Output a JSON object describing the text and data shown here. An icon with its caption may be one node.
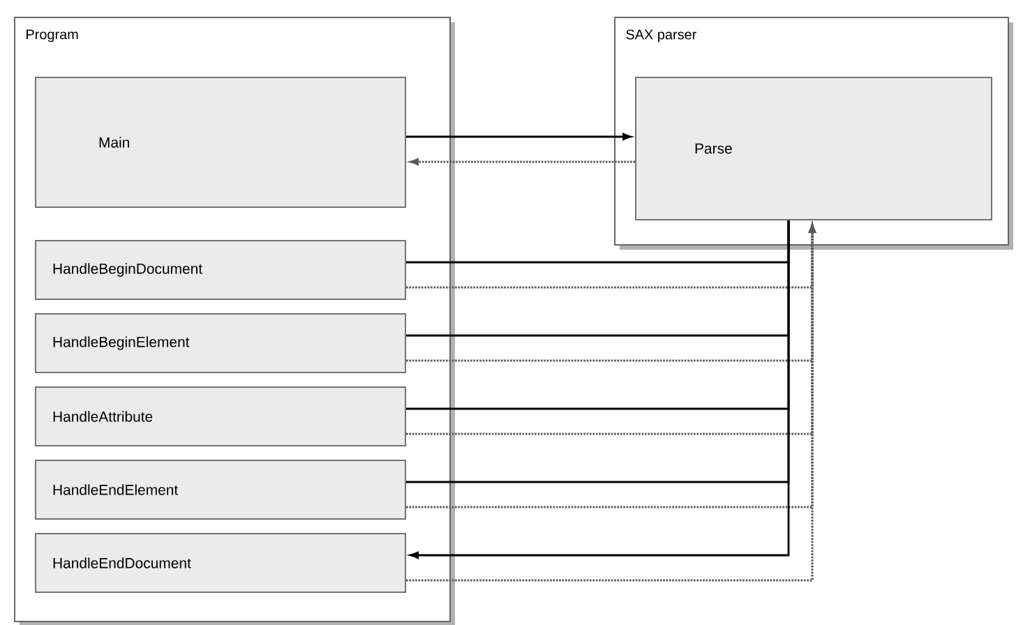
{
  "diagram": {
    "nodes": [
      {
        "text": [
          "Program"
        ]
      },
      {
        "text": [
          "Main"
        ],
        "in": 0
      },
      {
        "text": [
          "HandleBeginDocument"
        ],
        "in": 0
      },
      {
        "text": [
          "HandleBeginElement"
        ],
        "in": 0
      },
      {
        "text": [
          "HandleAttribute"
        ],
        "in": 0
      },
      {
        "text": [
          "HandleEndElement"
        ],
        "in": 0
      },
      {
        "text": [
          "HandleEndDocument"
        ],
        "in": 0
      },
      {
        "text": [
          "SAX parser"
        ]
      },
      {
        "text": [
          "Parse"
        ],
        "in": 7
      }
    ],
    "edges": [
      {
        "from": 1,
        "to": 8,
        "arrow": "to"
      },
      {
        "from": 8,
        "to": 1,
        "arrow": "to",
        "style": "dashed"
      },
      {
        "from": 8,
        "to": 2,
        "arrow": "none"
      },
      {
        "from": 2,
        "to": 8,
        "arrow": "to",
        "style": "dashed"
      },
      {
        "from": 8,
        "to": 3,
        "arrow": "none"
      },
      {
        "from": 3,
        "to": 8,
        "arrow": "to",
        "style": "dashed"
      },
      {
        "from": 8,
        "to": 4,
        "arrow": "none"
      },
      {
        "from": 4,
        "to": 8,
        "arrow": "to",
        "style": "dashed"
      },
      {
        "from": 8,
        "to": 5,
        "arrow": "none"
      },
      {
        "from": 5,
        "to": 8,
        "arrow": "to",
        "style": "dashed"
      },
      {
        "from": 8,
        "to": 6,
        "arrow": "to"
      },
      {
        "from": 6,
        "to": 8,
        "arrow": "to",
        "style": "dashed"
      }
    ]
  }
}
